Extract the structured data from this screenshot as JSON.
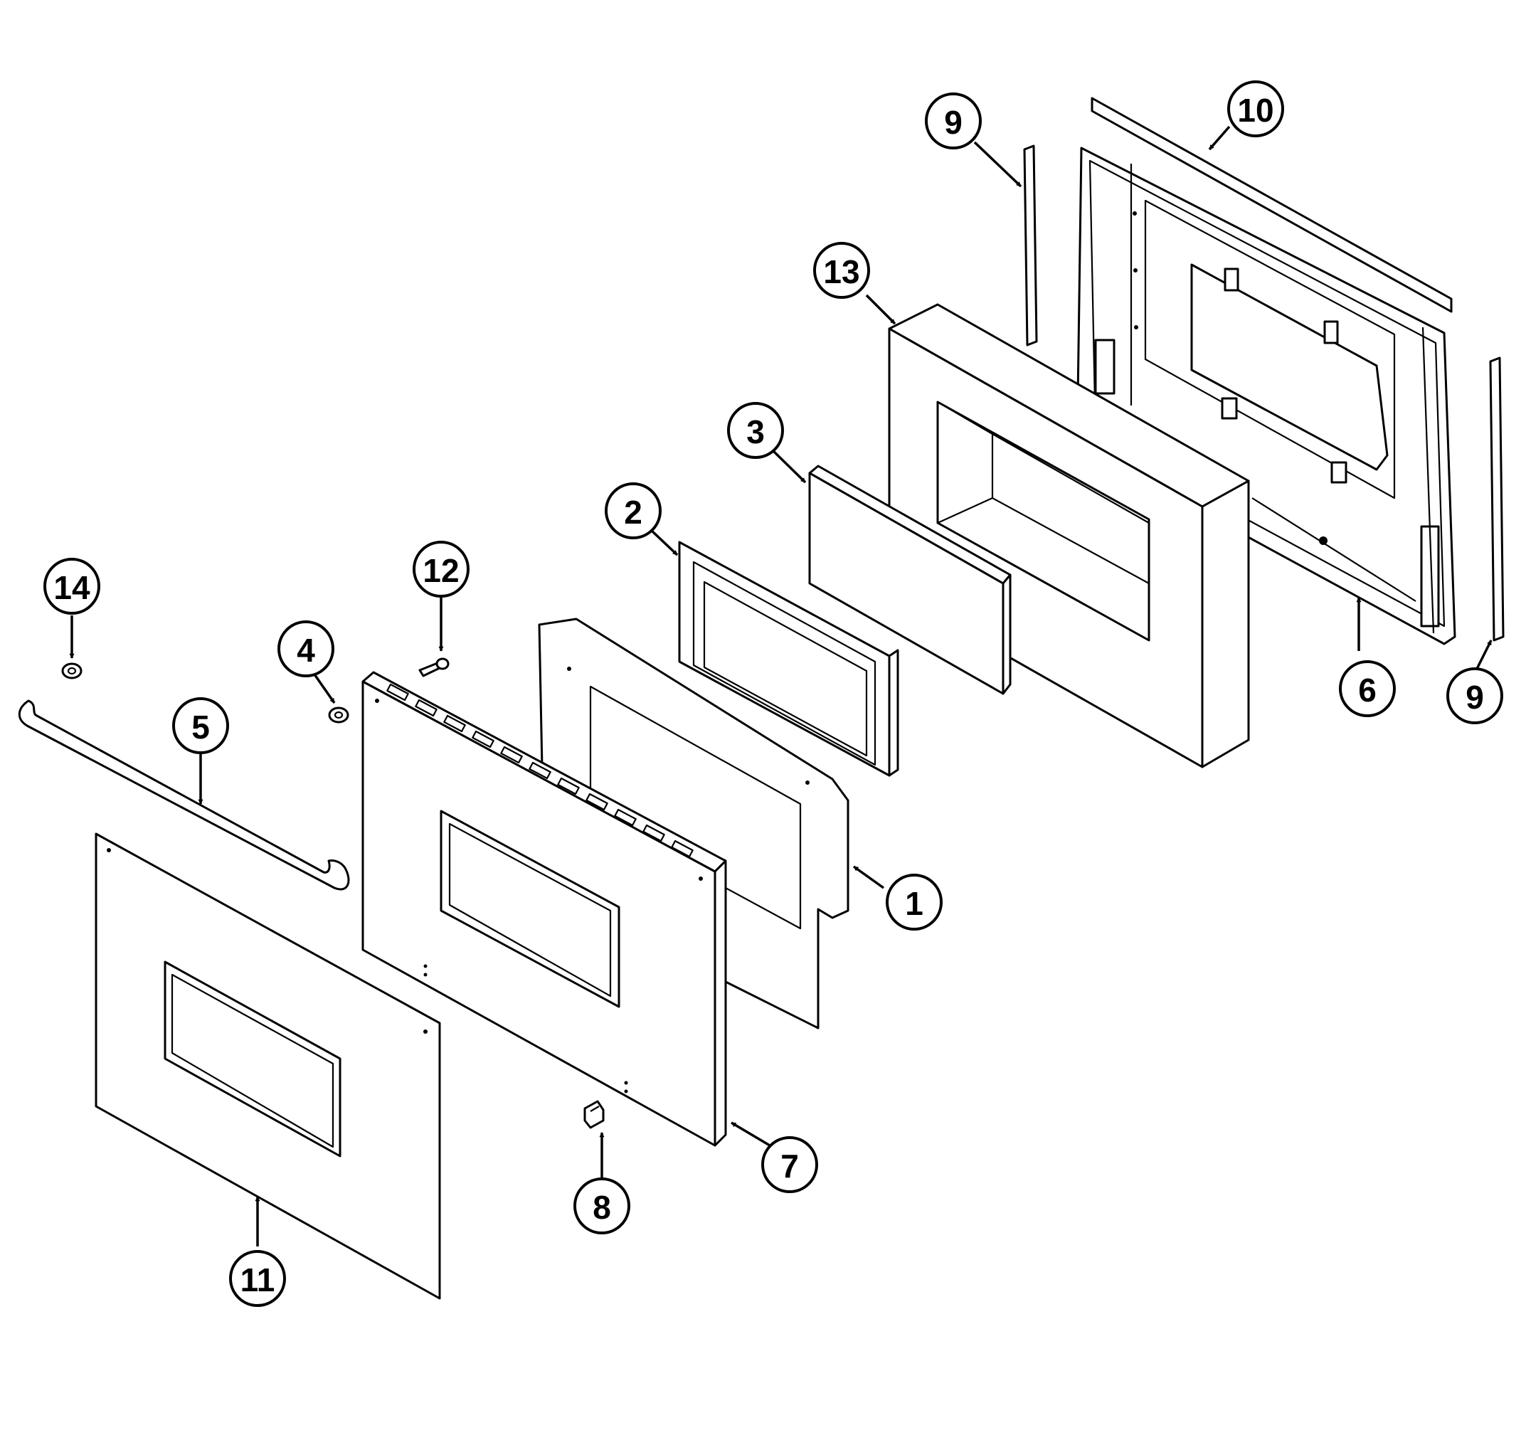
{
  "callouts": [
    {
      "id": "c1",
      "label": "1"
    },
    {
      "id": "c2",
      "label": "2"
    },
    {
      "id": "c3",
      "label": "3"
    },
    {
      "id": "c4",
      "label": "4"
    },
    {
      "id": "c5",
      "label": "5"
    },
    {
      "id": "c6",
      "label": "6"
    },
    {
      "id": "c7",
      "label": "7"
    },
    {
      "id": "c8",
      "label": "8"
    },
    {
      "id": "c9a",
      "label": "9"
    },
    {
      "id": "c9b",
      "label": "9"
    },
    {
      "id": "c10",
      "label": "10"
    },
    {
      "id": "c11",
      "label": "11"
    },
    {
      "id": "c12",
      "label": "12"
    },
    {
      "id": "c13",
      "label": "13"
    },
    {
      "id": "c14",
      "label": "14"
    }
  ]
}
